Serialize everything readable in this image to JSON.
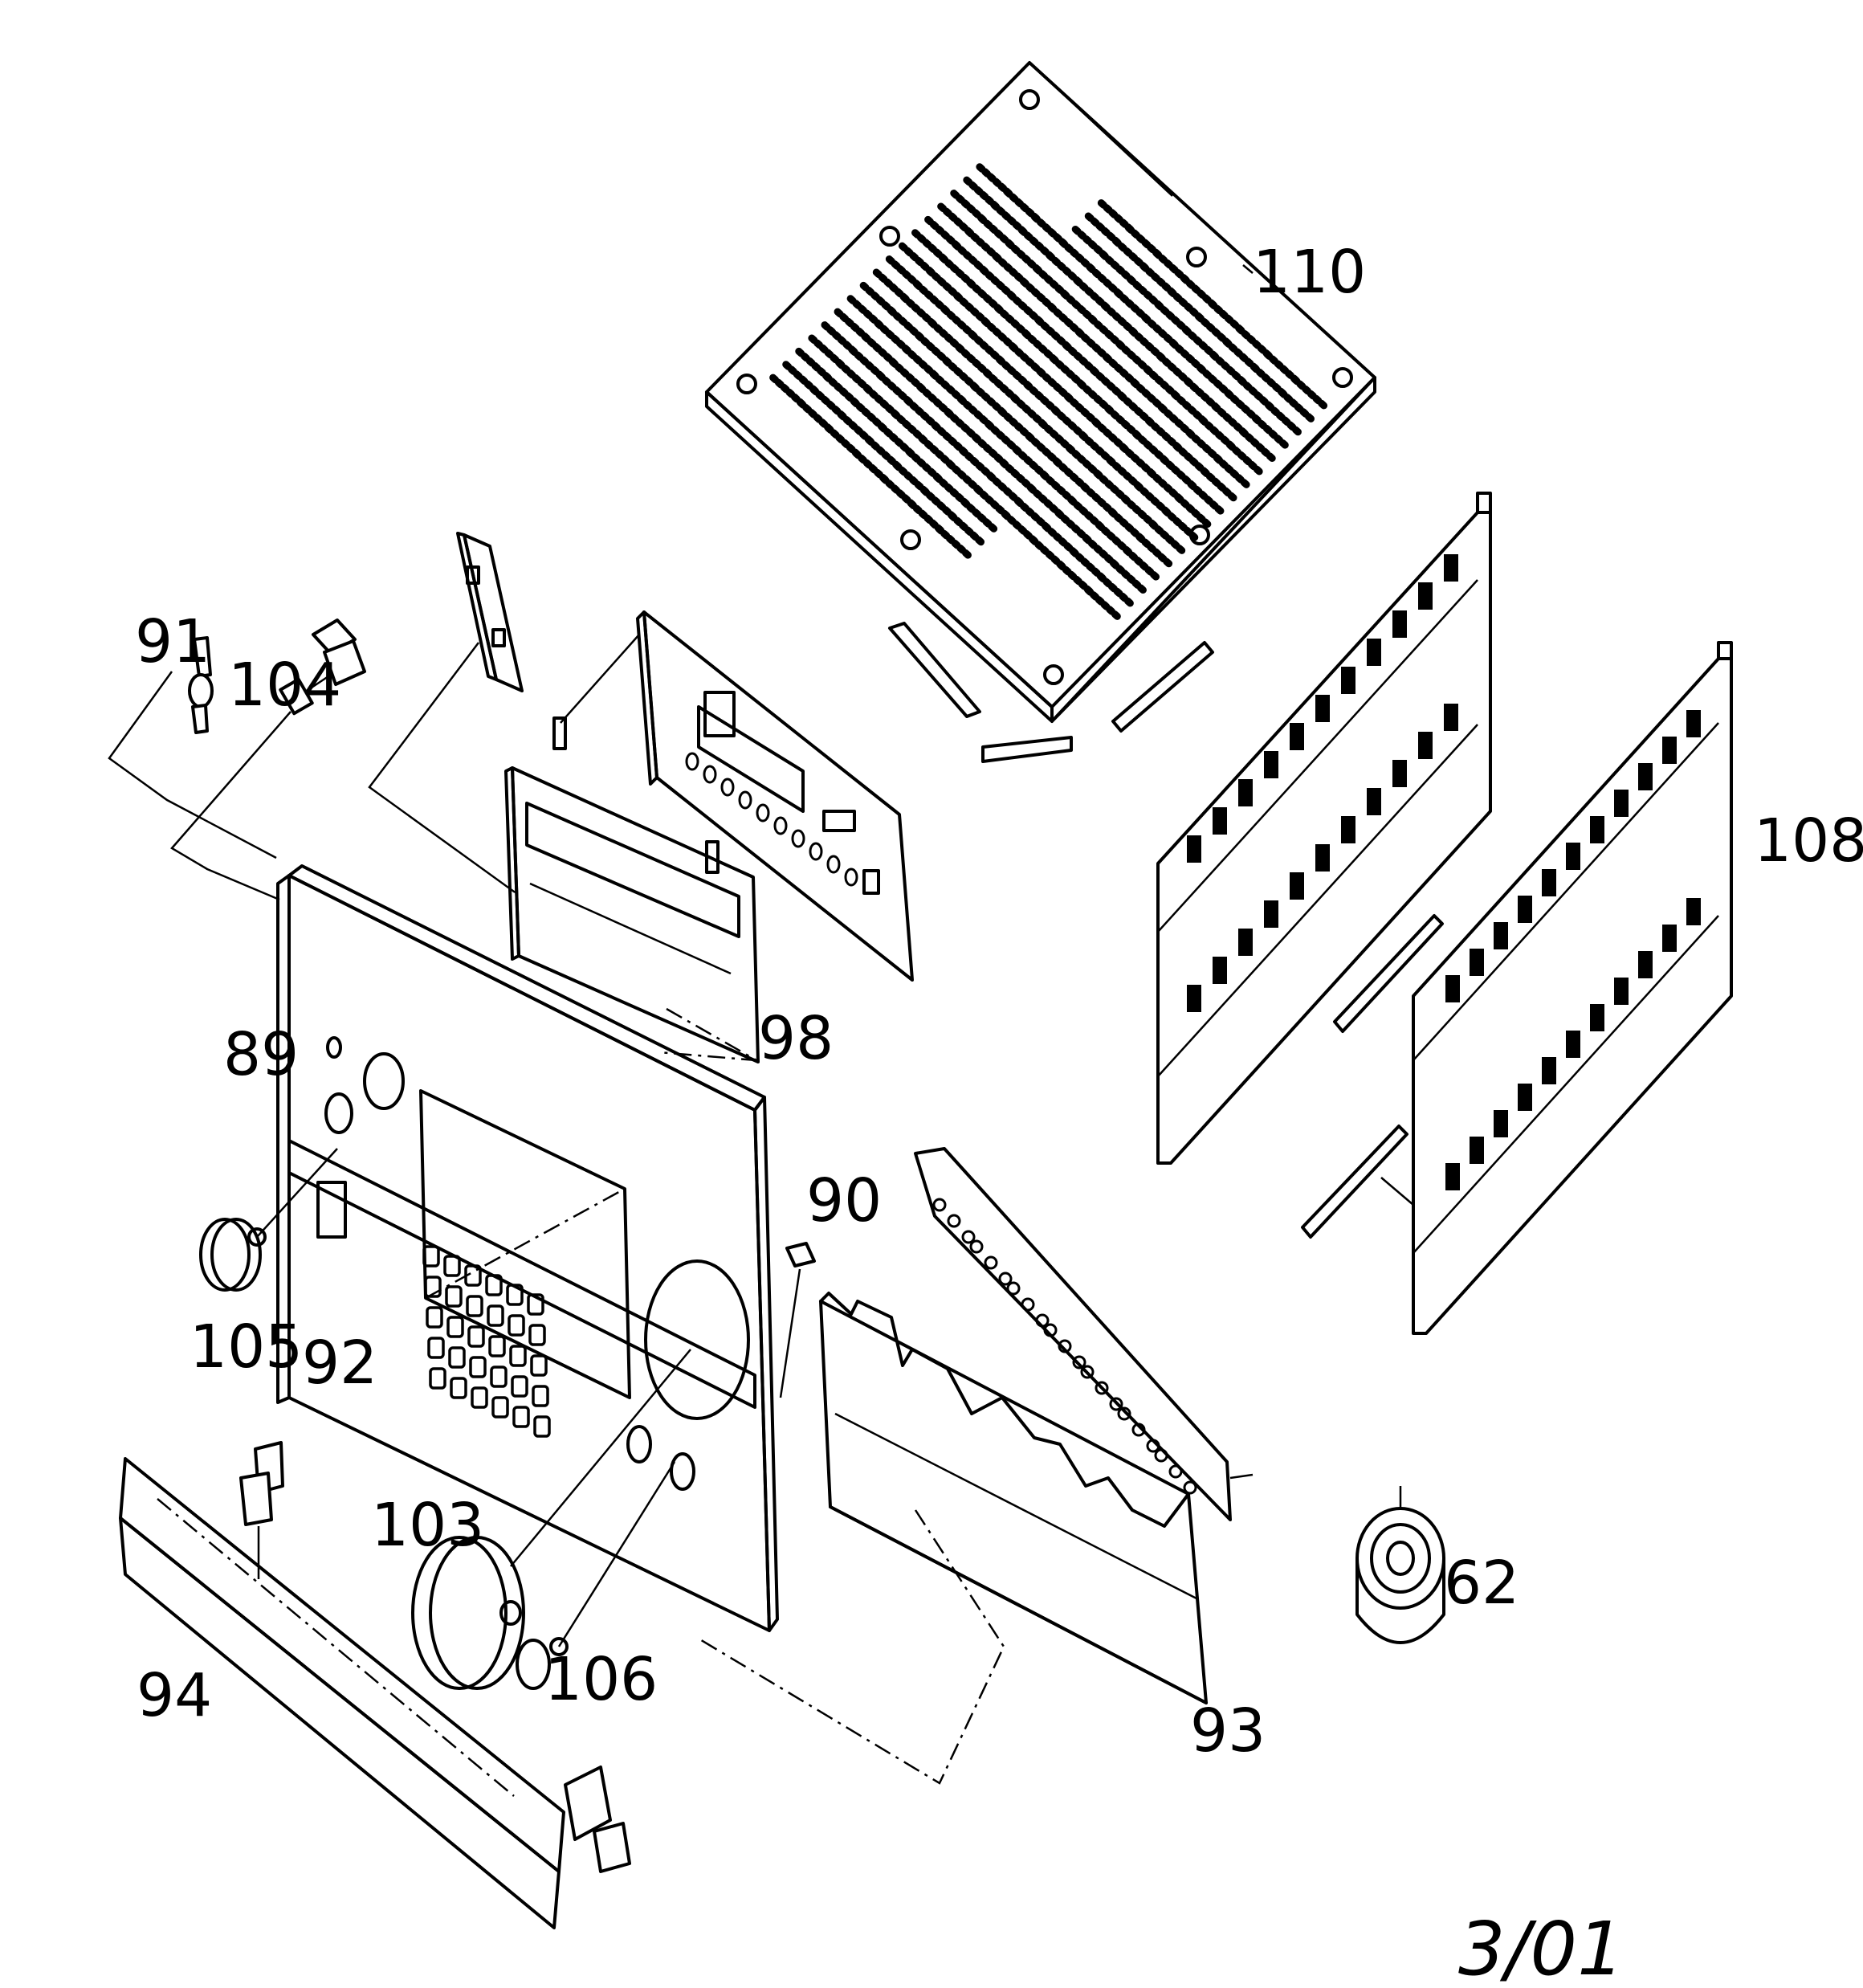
{
  "callouts": {
    "c110": "110",
    "c108": "108",
    "c91": "91",
    "c104": "104",
    "c98": "98",
    "c89": "89",
    "c90": "90",
    "c105": "105",
    "c92": "92",
    "c103": "103",
    "c106": "106",
    "c94": "94",
    "c93": "93",
    "c62": "62"
  },
  "footer_code": "3/01"
}
